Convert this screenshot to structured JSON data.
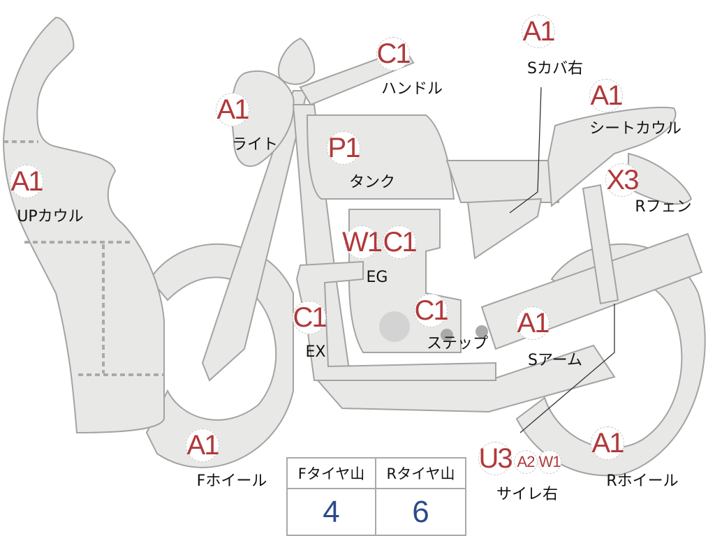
{
  "markers": [
    {
      "code": "A1",
      "label": "UPカウル"
    },
    {
      "code": "A1",
      "label": "ライト"
    },
    {
      "code": "C1",
      "label": "ハンドル"
    },
    {
      "code": "P1",
      "label": "タンク"
    },
    {
      "code": "A1",
      "label": "Sカバ右"
    },
    {
      "code": "A1",
      "label": "シートカウル"
    },
    {
      "code": "X3",
      "label": "Rフェン"
    },
    {
      "code": "W1",
      "code2": "C1",
      "label": "EG"
    },
    {
      "code": "C1",
      "label": "EX"
    },
    {
      "code": "C1",
      "label": "ステップ"
    },
    {
      "code": "A1",
      "label": "Sアーム"
    },
    {
      "code": "A1",
      "label": "Fホイール"
    },
    {
      "code": "U3",
      "code2": "A2",
      "code3": "W1",
      "label": "サイレ右"
    },
    {
      "code": "A1",
      "label": "Rホイール"
    }
  ],
  "tire_table": {
    "front_header": "Fタイヤ山",
    "rear_header": "Rタイヤ山",
    "front_value": "4",
    "rear_value": "6"
  },
  "colors": {
    "fill": "#e8e8e6",
    "stroke": "#a3a3a3",
    "code": "#b0393a",
    "value": "#2c4a8c"
  }
}
